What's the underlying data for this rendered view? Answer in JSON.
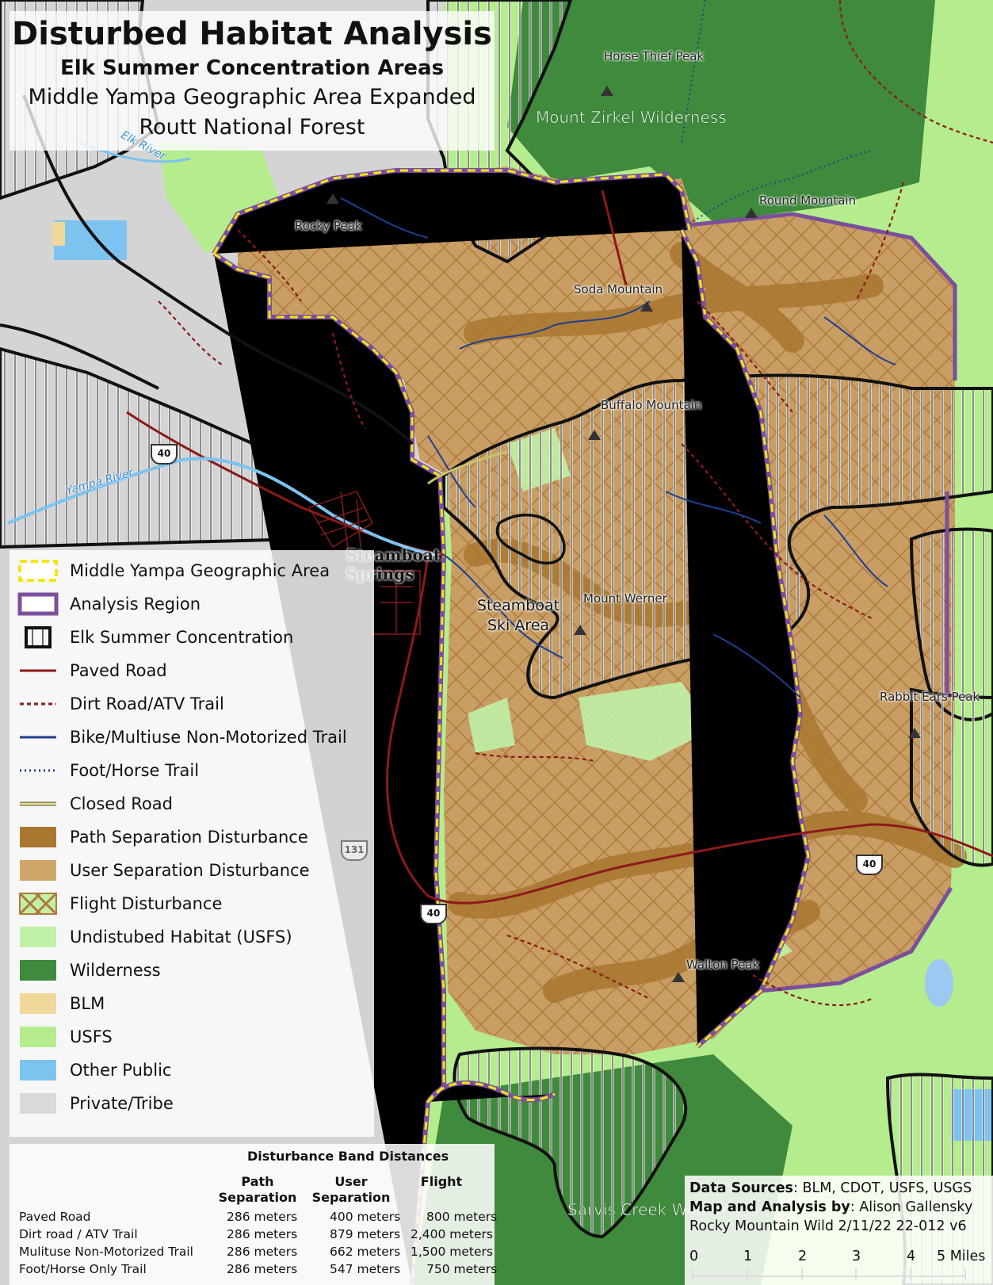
{
  "title": {
    "main": "Disturbed Habitat Analysis",
    "sub1": "Elk Summer Concentration Areas",
    "sub2": "Middle Yampa Geographic Area Expanded",
    "sub3": "Routt National Forest"
  },
  "legend": [
    {
      "label": "Middle Yampa Geographic Area",
      "symbol": "dashed-outline",
      "color": "#f2e614"
    },
    {
      "label": "Analysis Region",
      "symbol": "outline",
      "color": "#7b4f9c"
    },
    {
      "label": "Elk Summer Concentration",
      "symbol": "hatched-outline",
      "color": "#111111"
    },
    {
      "label": "Paved Road",
      "symbol": "line",
      "color": "#8b1a1a"
    },
    {
      "label": "Dirt Road/ATV Trail",
      "symbol": "dashed-line",
      "color": "#8b1a1a"
    },
    {
      "label": "Bike/Multiuse Non-Motorized Trail",
      "symbol": "line",
      "color": "#1f3f8f"
    },
    {
      "label": "Foot/Horse Trail",
      "symbol": "dotted-line",
      "color": "#1f3f8f"
    },
    {
      "label": "Closed Road",
      "symbol": "double-line",
      "color": "#c9c26a"
    },
    {
      "label": "Path Separation Disturbance",
      "symbol": "fill",
      "color": "#a9772f"
    },
    {
      "label": "User Separation Disturbance",
      "symbol": "fill",
      "color": "#cfa56a"
    },
    {
      "label": "Flight Disturbance",
      "symbol": "crosshatch",
      "color": "#b8864a"
    },
    {
      "label": "Undistubed Habitat (USFS)",
      "symbol": "fill",
      "color": "#bff0a6"
    },
    {
      "label": "Wilderness",
      "symbol": "fill",
      "color": "#3f8a3c"
    },
    {
      "label": "BLM",
      "symbol": "fill",
      "color": "#efd89a"
    },
    {
      "label": "USFS",
      "symbol": "fill",
      "color": "#b5ec8e"
    },
    {
      "label": "Other Public",
      "symbol": "fill",
      "color": "#7cc3ef"
    },
    {
      "label": "Private/Tribe",
      "symbol": "fill",
      "color": "#d9d9d9"
    }
  ],
  "distances": {
    "title": "Disturbance Band Distances",
    "headers": {
      "path": "Path Separation",
      "user": "User Separation",
      "flight": "Flight"
    },
    "rows": [
      {
        "name": "Paved Road",
        "path": "286 meters",
        "user": "400 meters",
        "flight": "800 meters"
      },
      {
        "name": "Dirt road / ATV Trail",
        "path": "286 meters",
        "user": "879 meters",
        "flight": "2,400 meters"
      },
      {
        "name": "Mulituse Non-Motorized Trail",
        "path": "286 meters",
        "user": "662 meters",
        "flight": "1,500 meters"
      },
      {
        "name": "Foot/Horse Only Trail",
        "path": "286 meters",
        "user": "547 meters",
        "flight": "750 meters"
      }
    ]
  },
  "sources": {
    "data_label": "Data Sources",
    "data_value": ": BLM, CDOT, USFS, USGS",
    "by_label": "Map and Analysis by",
    "by_value": ": Alison Gallensky",
    "org": "Rocky Mountain Wild 2/11/22 22-012 v6"
  },
  "scale_bar": {
    "ticks": [
      "0",
      "1",
      "2",
      "3",
      "4",
      "5 Miles"
    ]
  },
  "place_labels": {
    "horse_thief_peak": "Horse Thief Peak",
    "mount_zirkel": "Mount Zirkel Wilderness",
    "round_mountain": "Round Mountain",
    "rocky_peak": "Rocky Peak",
    "soda_mountain": "Soda Mountain",
    "buffalo_mountain": "Buffalo Mountain",
    "steamboat_springs": "Steamboat Springs",
    "steamboat_ski": "Steamboat Ski Area",
    "mount_werner": "Mount Werner",
    "rabbit_ears": "Rabbit Ears Peak",
    "walton_peak": "Walton Peak",
    "sarvis_creek": "Sarvis Creek Wilderness",
    "elk_river": "Elk River",
    "yampa_river": "Yampa River"
  },
  "highway_shields": [
    "40",
    "40",
    "40",
    "131"
  ]
}
